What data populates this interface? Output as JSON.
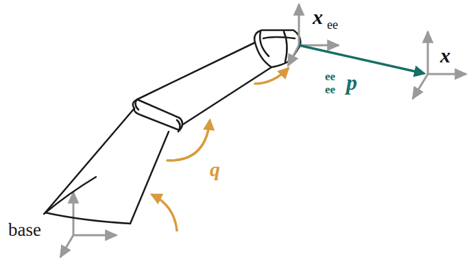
{
  "diagram": {
    "labels": [
      "base",
      "x",
      "ee",
      "q",
      "ee",
      "ee",
      "p",
      "x"
    ]
  }
}
